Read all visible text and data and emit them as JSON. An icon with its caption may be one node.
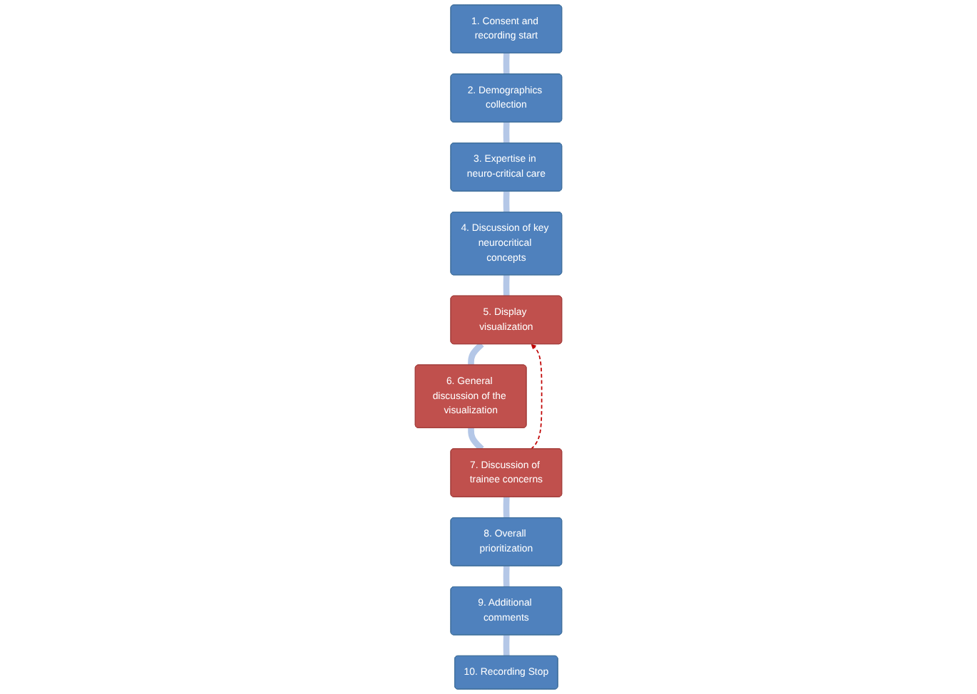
{
  "diagram": {
    "nodes": [
      {
        "text": [
          "1. Consent and recording start"
        ]
      },
      {
        "text": [
          "2. Demographics collection"
        ]
      },
      {
        "text": [
          "3. Expertise in neuro-critical care"
        ]
      },
      {
        "text": [
          "4. Discussion of key neurocritical concepts"
        ]
      },
      {
        "text": [
          "5. Display visualization"
        ]
      },
      {
        "text": [
          "6. General discussion of the visualization"
        ]
      },
      {
        "text": [
          "7. Discussion of trainee concerns"
        ]
      },
      {
        "text": [
          "8. Overall prioritization"
        ]
      },
      {
        "text": [
          "9. Additional comments"
        ]
      },
      {
        "text": [
          "10. Recording Stop"
        ]
      }
    ],
    "edges": [
      {
        "from": 0,
        "to": 1,
        "arrow": "none"
      },
      {
        "from": 1,
        "to": 2,
        "arrow": "none"
      },
      {
        "from": 2,
        "to": 3,
        "arrow": "none"
      },
      {
        "from": 3,
        "to": 4,
        "arrow": "none"
      },
      {
        "from": 4,
        "to": 5,
        "arrow": "none"
      },
      {
        "from": 5,
        "to": 6,
        "arrow": "none"
      },
      {
        "from": 6,
        "to": 7,
        "arrow": "none"
      },
      {
        "from": 7,
        "to": 8,
        "arrow": "none"
      },
      {
        "from": 8,
        "to": 9,
        "arrow": "none"
      },
      {
        "from": 6,
        "to": 4,
        "arrow": "to",
        "style": "dashed",
        "color": "#c00000"
      }
    ]
  }
}
